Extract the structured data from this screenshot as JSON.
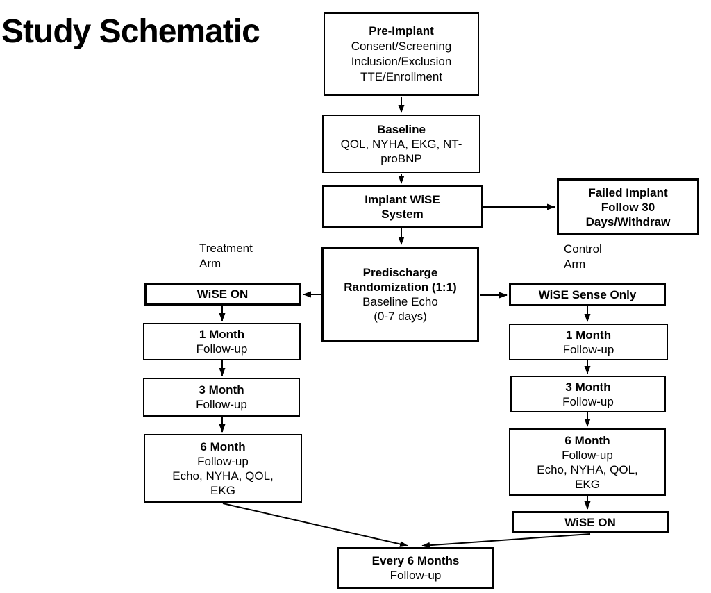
{
  "title": "Study Schematic",
  "colors": {
    "background": "#ffffff",
    "box_border": "#000000",
    "text": "#000000",
    "arrow": "#000000"
  },
  "labels": {
    "treatment_arm": "Treatment\nArm",
    "control_arm": "Control\nArm"
  },
  "boxes": {
    "pre_implant": {
      "heading": "Pre-Implant",
      "body": "Consent/Screening\nInclusion/Exclusion\nTTE/Enrollment"
    },
    "baseline": {
      "heading": "Baseline",
      "body": "QOL, NYHA, EKG, NT-\nproBNP"
    },
    "implant_wise": {
      "heading": "Implant WiSE\nSystem"
    },
    "failed_implant": {
      "heading": "Failed Implant\nFollow 30\nDays/Withdraw"
    },
    "predischarge": {
      "heading": "Predischarge\nRandomization (1:1)",
      "body": "Baseline Echo\n(0-7 days)"
    },
    "wise_on_left": {
      "heading": "WiSE ON"
    },
    "month1_left": {
      "heading": "1 Month",
      "body": "Follow-up"
    },
    "month3_left": {
      "heading": "3 Month",
      "body": "Follow-up"
    },
    "month6_left": {
      "heading": "6 Month",
      "body": "Follow-up\nEcho, NYHA, QOL,\nEKG"
    },
    "wise_sense_only": {
      "heading": "WiSE Sense Only"
    },
    "month1_right": {
      "heading": "1 Month",
      "body": "Follow-up"
    },
    "month3_right": {
      "heading": "3 Month",
      "body": "Follow-up"
    },
    "month6_right": {
      "heading": "6 Month",
      "body": "Follow-up\nEcho, NYHA, QOL,\nEKG"
    },
    "wise_on_right": {
      "heading": "WiSE ON"
    },
    "every_6_months": {
      "heading": "Every 6 Months",
      "body": "Follow-up"
    }
  }
}
